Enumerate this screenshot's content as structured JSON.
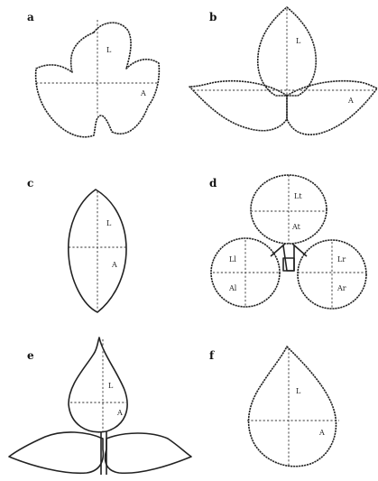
{
  "panels": {
    "a": {
      "label": "a",
      "L": "L",
      "A": "A"
    },
    "b": {
      "label": "b",
      "L": "L",
      "A": "A"
    },
    "c": {
      "label": "c",
      "L": "L",
      "A": "A"
    },
    "d": {
      "label": "d",
      "Lt": "Lt",
      "At": "At",
      "Ll": "Ll",
      "Al": "Al",
      "Lr": "Lr",
      "Ar": "Ar"
    },
    "e": {
      "label": "e",
      "L": "L",
      "A": "A"
    },
    "f": {
      "label": "f",
      "L": "L",
      "A": "A"
    }
  },
  "colors": {
    "line": "#222222",
    "background": "#ffffff"
  }
}
